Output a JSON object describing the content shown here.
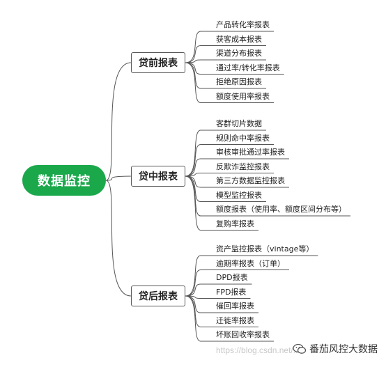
{
  "root": {
    "label": "数据监控"
  },
  "branches": [
    {
      "label": "贷前报表",
      "leaves": [
        "产品转化率报表",
        "获客成本报表",
        "渠道分布报表",
        "通过率/转化率报表",
        "拒绝原因报表",
        "额度使用率报表"
      ]
    },
    {
      "label": "贷中报表",
      "leaves": [
        "客群切片数据",
        "规则命中率报表",
        "审核审批通过率报表",
        "反欺诈监控报表",
        "第三方数据监控报表",
        "模型监控报表",
        "额度报表（使用率、额度区间分布等）",
        "复购率报表"
      ]
    },
    {
      "label": "贷后报表",
      "leaves": [
        "资产监控报表（vintage等）",
        "逾期率报表（订单）",
        "DPD报表",
        "FPD报表",
        "催回率报表",
        "迁徙率报表",
        "坏账回收率报表"
      ]
    }
  ],
  "watermark": "https://blog.csdn.net/...",
  "logo": {
    "text": "番茄风控大数据",
    "icon": "wechat-icon"
  },
  "colors": {
    "root": "#1aa84b",
    "line": "#555555"
  }
}
